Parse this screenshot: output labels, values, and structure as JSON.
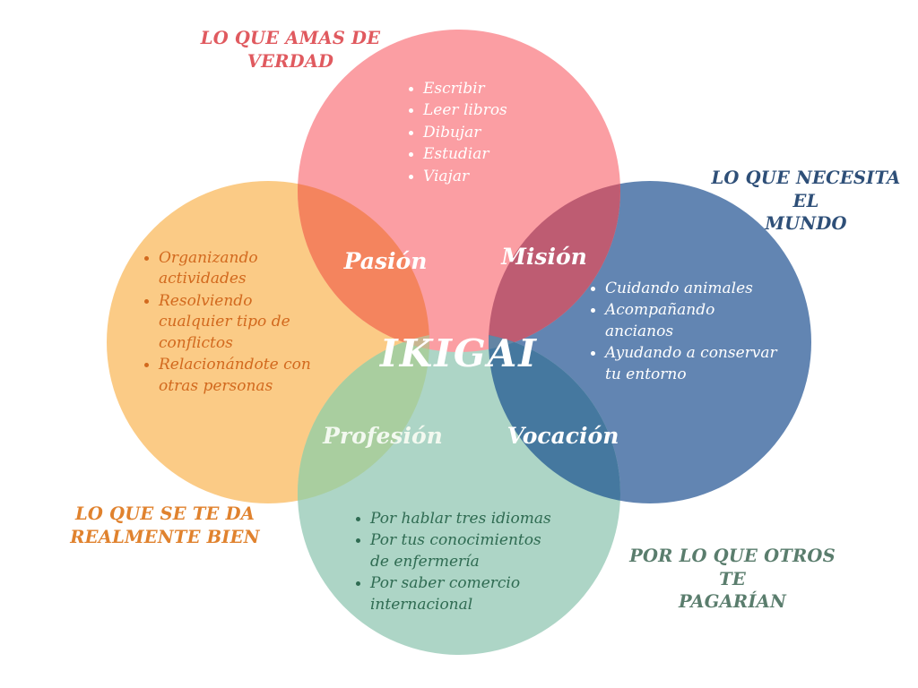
{
  "diagram": {
    "title": "IKIGAI",
    "center_label": "IKIGAI"
  },
  "colors": {
    "background": "#ffffff",
    "love": "#fb9ea3",
    "good_at": "#fbcb86",
    "world_needs": "#6285b2",
    "paid_for": "#add5c6",
    "passion_overlap": "#f4845e",
    "mission_overlap": "#be5c72",
    "profession_overlap": "#a9ce9f",
    "vocation_overlap": "#45789f",
    "label_love": "#e05a5f",
    "label_good_at": "#e0822e",
    "label_world_needs": "#2e4f78",
    "label_paid_for": "#5a7d6d",
    "text_love": "#ffffff",
    "text_good_at": "#d2691e",
    "text_world_needs": "#ffffff",
    "text_paid_for": "#2f6b52"
  },
  "quadrant_labels": {
    "love": "LO QUE AMAS DE\nVERDAD",
    "world_needs": "LO QUE NECESITA EL\nMUNDO",
    "good_at": "LO QUE SE TE DA\nREALMENTE BIEN",
    "paid_for": "POR LO QUE OTROS TE\nPAGARÍAN"
  },
  "circles": {
    "love": {
      "name": "LO QUE AMAS DE VERDAD",
      "items": [
        "Escribir",
        "Leer libros",
        "Dibujar",
        "Estudiar",
        "Viajar"
      ]
    },
    "good_at": {
      "name": "LO QUE SE TE DA REALMENTE BIEN",
      "items": [
        "Organizando actividades",
        "Resolviendo cualquier tipo de conflictos",
        "Relacionándote con otras personas"
      ]
    },
    "world_needs": {
      "name": "LO QUE NECESITA EL MUNDO",
      "items": [
        "Cuidando animales",
        "Acompañando ancianos",
        "Ayudando a conservar tu entorno"
      ]
    },
    "paid_for": {
      "name": "POR LO QUE OTROS TE PAGARÍAN",
      "items": [
        "Por hablar tres idiomas",
        "Por tus conocimientos de enfermería",
        "Por saber comercio internacional"
      ]
    }
  },
  "overlaps": {
    "passion": "Pasión",
    "mission": "Misión",
    "profession": "Profesión",
    "vocation": "Vocación"
  }
}
